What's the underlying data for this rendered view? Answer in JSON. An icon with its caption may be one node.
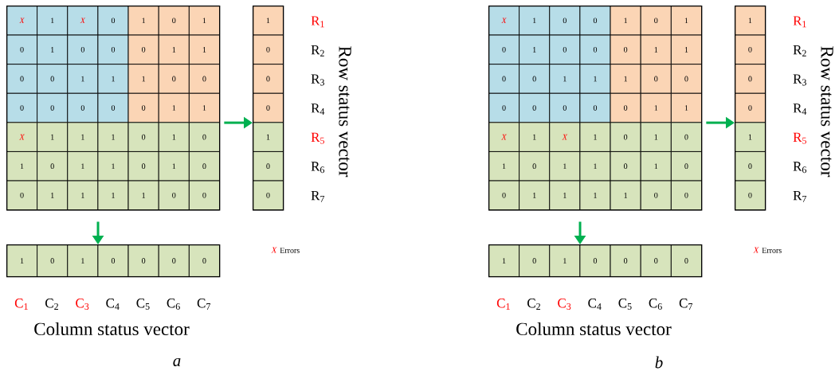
{
  "diagram": {
    "nodes": [
      {
        "text": [],
        "shape": "box"
      },
      {
        "text": [],
        "shape": "box"
      },
      {
        "text": [],
        "shape": "box"
      },
      {
        "text": [],
        "shape": "box"
      },
      {
        "text": [],
        "shape": "box"
      },
      {
        "text": [],
        "shape": "box"
      }
    ],
    "edges": [
      {
        "from": 0,
        "to": 1,
        "arrow": "to"
      },
      {
        "from": 0,
        "to": 2,
        "arrow": "to"
      },
      {
        "from": 3,
        "to": 4,
        "arrow": "to"
      },
      {
        "from": 3,
        "to": 5,
        "arrow": "to"
      }
    ],
    "labels": [
      "X",
      "1",
      "X",
      "0",
      "1",
      "0",
      "1",
      "1",
      "R$_{1}$",
      "0",
      "1",
      "0",
      "0",
      "0",
      "1",
      "1",
      "0",
      "R$_{2}$",
      "0",
      "0",
      "1",
      "1",
      "1",
      "0",
      "0",
      "0",
      "R$_{3}$",
      "0",
      "0",
      "0",
      "0",
      "0",
      "1",
      "1",
      "0",
      "R$_{4}$",
      "X",
      "1",
      "1",
      "1",
      "0",
      "1",
      "0",
      "1",
      "R$_{5}$",
      "1",
      "0",
      "1",
      "1",
      "0",
      "1",
      "0",
      "0",
      "R$_{6}$",
      "0",
      "1",
      "1",
      "1",
      "1",
      "0",
      "0",
      "0",
      "R$_{7}$",
      "Row status vector",
      "1",
      "0",
      "1",
      "0",
      "0",
      "0",
      "0",
      "X",
      "Errors",
      "C$_{1}$",
      "C$_{2}$",
      "C$_{3}$",
      "C$_{4}$",
      "C$_{5}$",
      "C$_{6}$",
      "C$_{7}$",
      "Column status vector",
      "a",
      "X",
      "1",
      "0",
      "0",
      "1",
      "0",
      "1",
      "1",
      "R$_{1}$",
      "0",
      "1",
      "0",
      "0",
      "0",
      "1",
      "1",
      "0",
      "R$_{2}$",
      "0",
      "0",
      "1",
      "1",
      "1",
      "0",
      "0",
      "0",
      "R$_{3}$",
      "0",
      "0",
      "0",
      "0",
      "0",
      "1",
      "1",
      "0",
      "R$_{4}$",
      "X",
      "1",
      "X",
      "1",
      "0",
      "1",
      "0",
      "1",
      "R$_{5}$",
      "1",
      "0",
      "1",
      "1",
      "0",
      "1",
      "0",
      "0",
      "R$_{6}$",
      "0",
      "1",
      "1",
      "1",
      "1",
      "0",
      "0",
      "0",
      "R$_{7}$",
      "Row status vector",
      "1",
      "0",
      "1",
      "0",
      "0",
      "0",
      "0",
      "X",
      "Errors",
      "C$_{1}$",
      "C$_{2}$",
      "C$_{3}$",
      "C$_{4}$",
      "C$_{5}$",
      "C$_{6}$",
      "C$_{7}$",
      "Column status vector",
      "b"
    ]
  }
}
